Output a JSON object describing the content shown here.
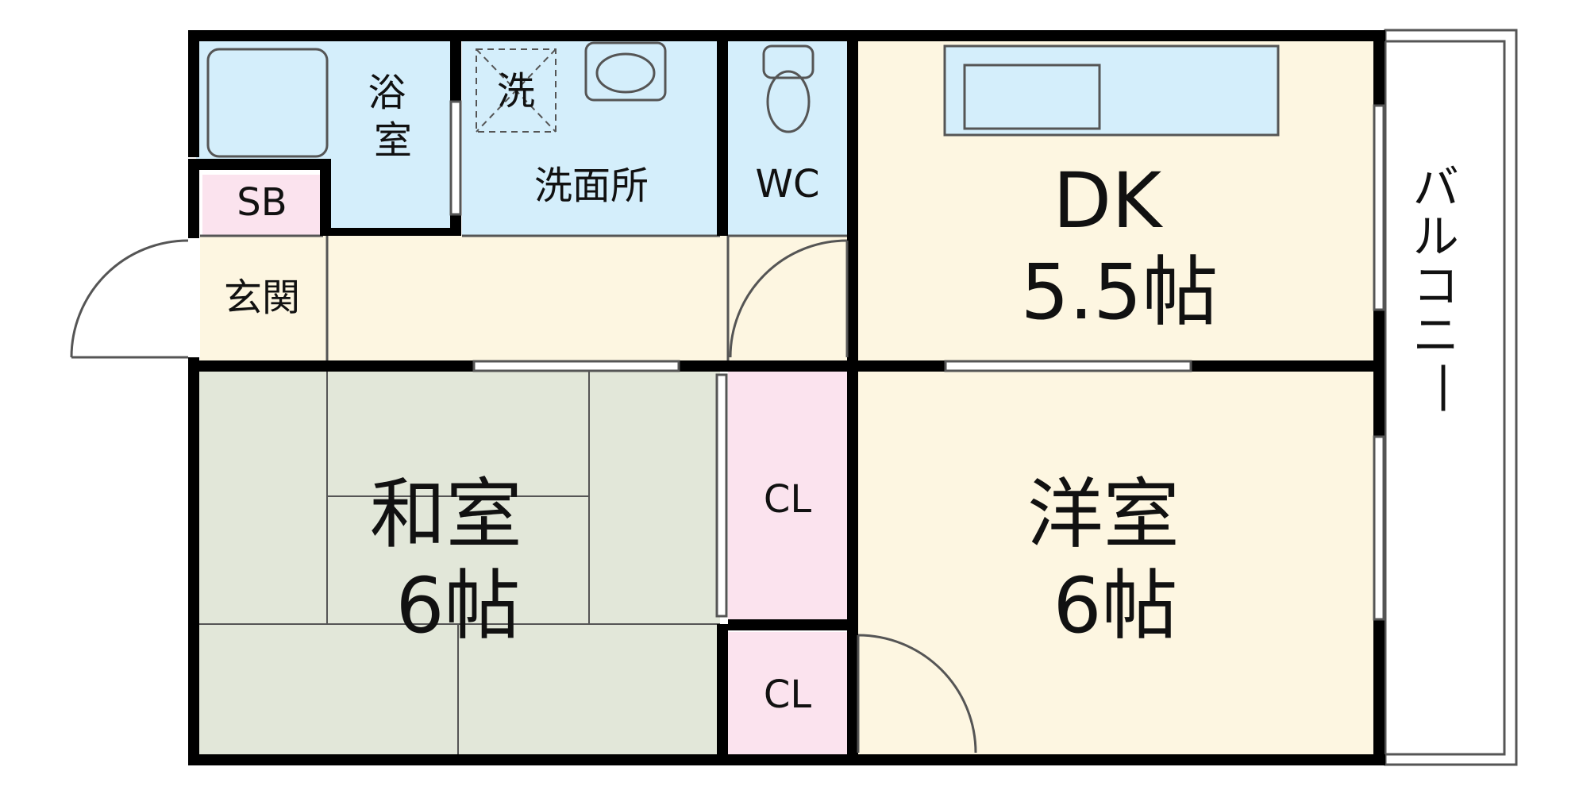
{
  "rooms": {
    "bath": "浴\n室",
    "washroom": "洗面所",
    "washer": "洗",
    "wc": "WC",
    "sb": "SB",
    "entrance": "玄関",
    "dk": "DK\n5.5帖",
    "washitsu": "和室\n6帖",
    "youshitsu": "洋室\n6帖",
    "closet_1": "CL",
    "closet_2": "CL",
    "balcony": "バ\nル\nコ\nニ\nー"
  },
  "colors": {
    "wet_area": "#d4eefb",
    "living": "#fdf6e1",
    "tatami": "#e2e7d9",
    "closet": "#fbe3ee",
    "wall": "#000000",
    "line": "#555555"
  }
}
